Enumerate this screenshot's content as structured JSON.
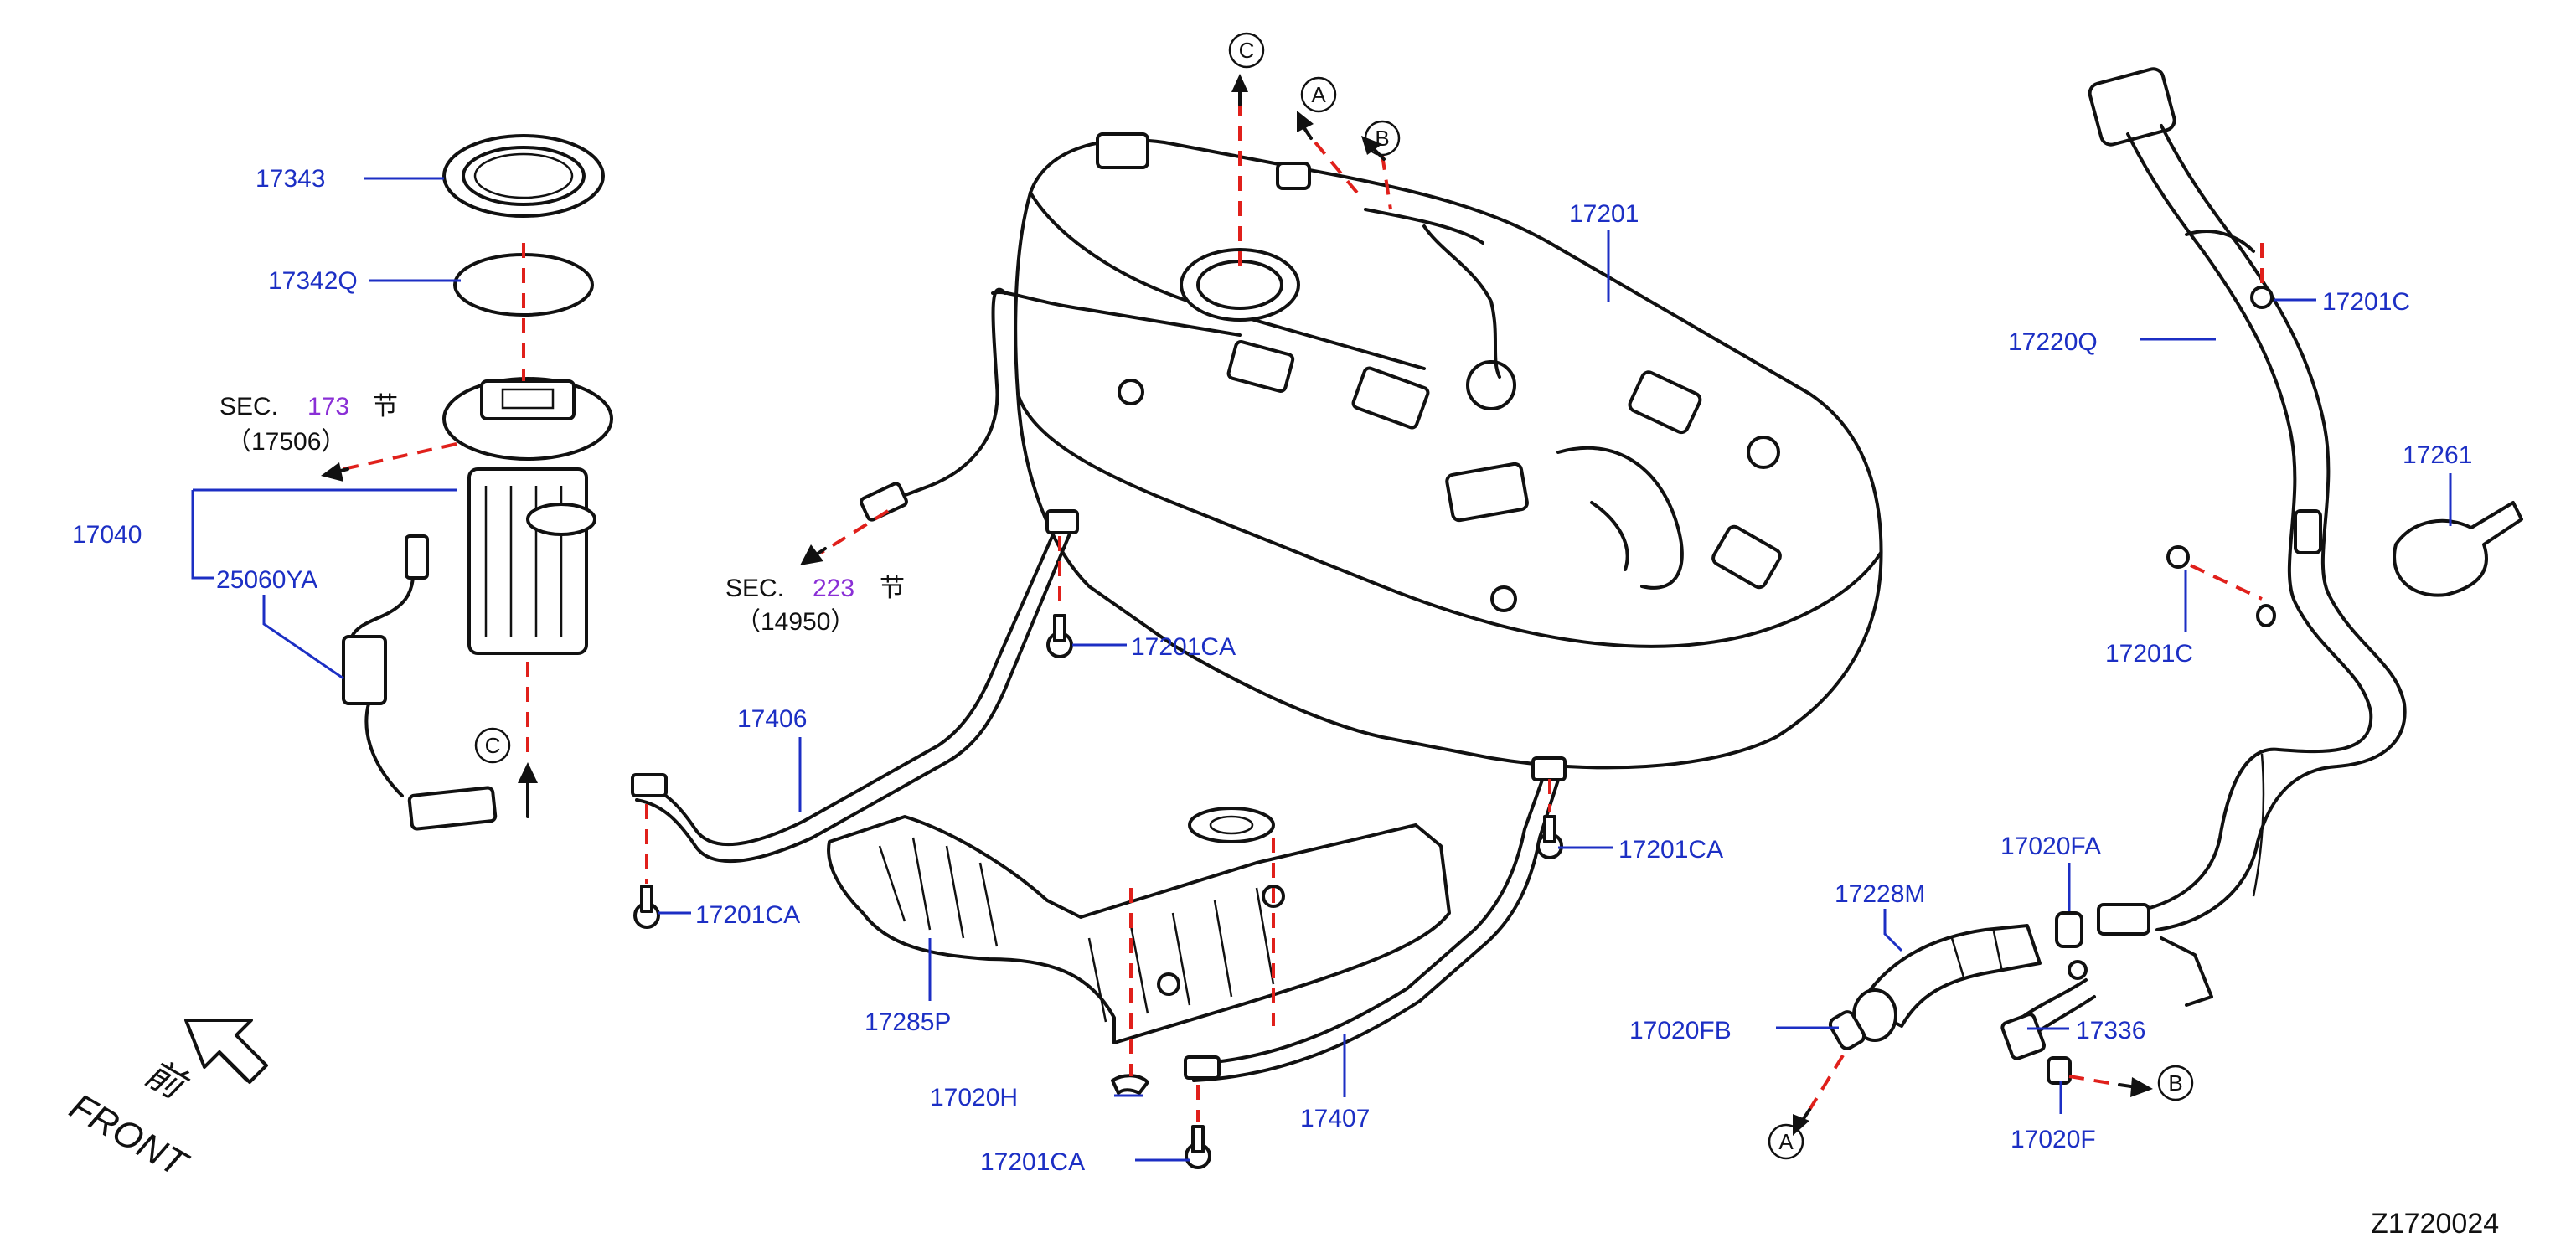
{
  "colors": {
    "callout": "#1c2fc4",
    "section_number": "#8a2fd6",
    "dash": "#e0201b",
    "line": "#111111",
    "text": "#111111"
  },
  "callouts": [
    {
      "id": "17343",
      "label": "17343"
    },
    {
      "id": "17342Q",
      "label": "17342Q"
    },
    {
      "id": "17040",
      "label": "17040"
    },
    {
      "id": "25060YA",
      "label": "25060YA"
    },
    {
      "id": "17201",
      "label": "17201"
    },
    {
      "id": "17201CA-1",
      "label": "17201CA"
    },
    {
      "id": "17406",
      "label": "17406"
    },
    {
      "id": "17201CA-2",
      "label": "17201CA"
    },
    {
      "id": "17285P",
      "label": "17285P"
    },
    {
      "id": "17201CA-3",
      "label": "17201CA"
    },
    {
      "id": "17020H",
      "label": "17020H"
    },
    {
      "id": "17201CA-4",
      "label": "17201CA"
    },
    {
      "id": "17407",
      "label": "17407"
    },
    {
      "id": "17220Q",
      "label": "17220Q"
    },
    {
      "id": "17201C-1",
      "label": "17201C"
    },
    {
      "id": "17261",
      "label": "17261"
    },
    {
      "id": "17201C-2",
      "label": "17201C"
    },
    {
      "id": "17020FA",
      "label": "17020FA"
    },
    {
      "id": "17228M",
      "label": "17228M"
    },
    {
      "id": "17020FB",
      "label": "17020FB"
    },
    {
      "id": "17336",
      "label": "17336"
    },
    {
      "id": "17020F",
      "label": "17020F"
    }
  ],
  "section_refs": [
    {
      "prefix": "SEC.",
      "number": "173",
      "suffix": "节",
      "sub": "（17506）"
    },
    {
      "prefix": "SEC.",
      "number": "223",
      "suffix": "节",
      "sub": "（14950）"
    }
  ],
  "ref_letters": {
    "a": "A",
    "b": "B",
    "c": "C"
  },
  "front": {
    "cn": "前",
    "en": "FRONT"
  },
  "diagram_code": "Z1720024"
}
